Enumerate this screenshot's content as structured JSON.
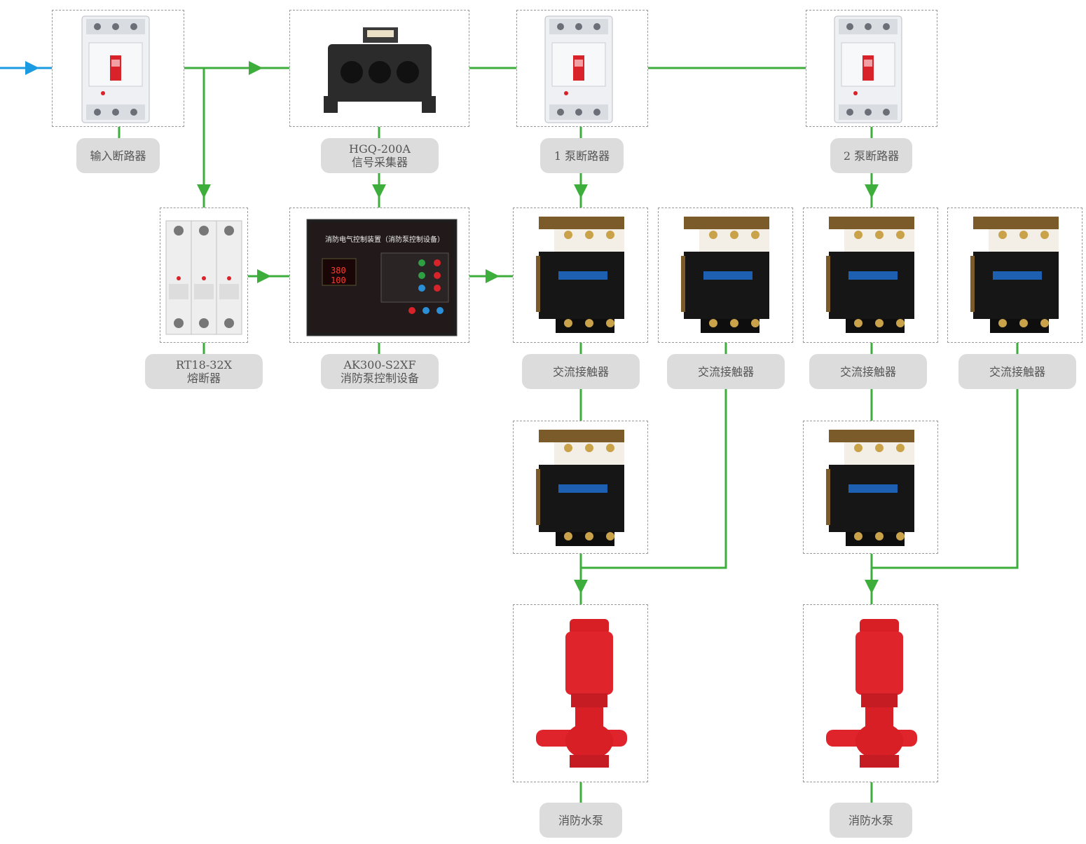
{
  "colors": {
    "wire": "#3dae3b",
    "input_wire": "#1a9ae0",
    "label_bg": "#dcdcdc"
  },
  "labels": {
    "input_breaker": "输入断路器",
    "collector_model": "HGQ-200A",
    "collector_name": "信号采集器",
    "pump1_breaker": "1 泵断路器",
    "pump2_breaker": "2 泵断路器",
    "fuse_model": "RT18-32X",
    "fuse_name": "熔断器",
    "controller_model": "AK300-S2XF",
    "controller_name": "消防泵控制设备",
    "contactor_1": "交流接触器",
    "contactor_2": "交流接触器",
    "contactor_3": "交流接触器",
    "contactor_4": "交流接触器",
    "pump_1": "消防水泵",
    "pump_2": "消防水泵"
  },
  "panel": {
    "title": "消防电气控制装置（消防泵控制设备）",
    "reading_1": "380",
    "reading_2": "100"
  },
  "icons": [
    "breaker-icon",
    "current-collector-icon",
    "fuse-icon",
    "control-panel-icon",
    "contactor-icon",
    "pump-icon",
    "arrow-icon"
  ]
}
